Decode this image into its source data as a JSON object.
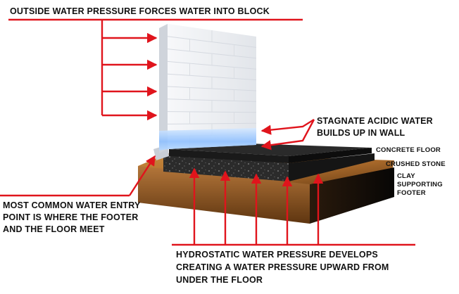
{
  "colors": {
    "arrow": "#e0141c",
    "text": "#111111",
    "clay": "#b0702a",
    "crushed_stone": "#2c2c2c",
    "concrete": "#1b1b1b",
    "wall": "#eef0f3",
    "water": "#9cc8ff",
    "background": "#ffffff"
  },
  "labels": {
    "outside_pressure": "OUTSIDE WATER PRESSURE FORCES WATER INTO BLOCK",
    "stagnate_line1": "STAGNATE ACIDIC WATER",
    "stagnate_line2": "BUILDS UP IN WALL",
    "concrete_floor": "CONCRETE FLOOR",
    "crushed_stone": "CRUSHED STONE",
    "clay_line1": "CLAY",
    "clay_line2": "SUPPORTING",
    "clay_line3": "FOOTER",
    "entry_line1": "MOST COMMON WATER ENTRY",
    "entry_line2": "POINT IS WHERE THE FOOTER",
    "entry_line3": "AND THE FLOOR MEET",
    "hydro_line1": "HYDROSTATIC WATER PRESSURE DEVELOPS",
    "hydro_line2": "CREATING A WATER PRESSURE UPWARD FROM",
    "hydro_line3": "UNDER THE FLOOR"
  }
}
